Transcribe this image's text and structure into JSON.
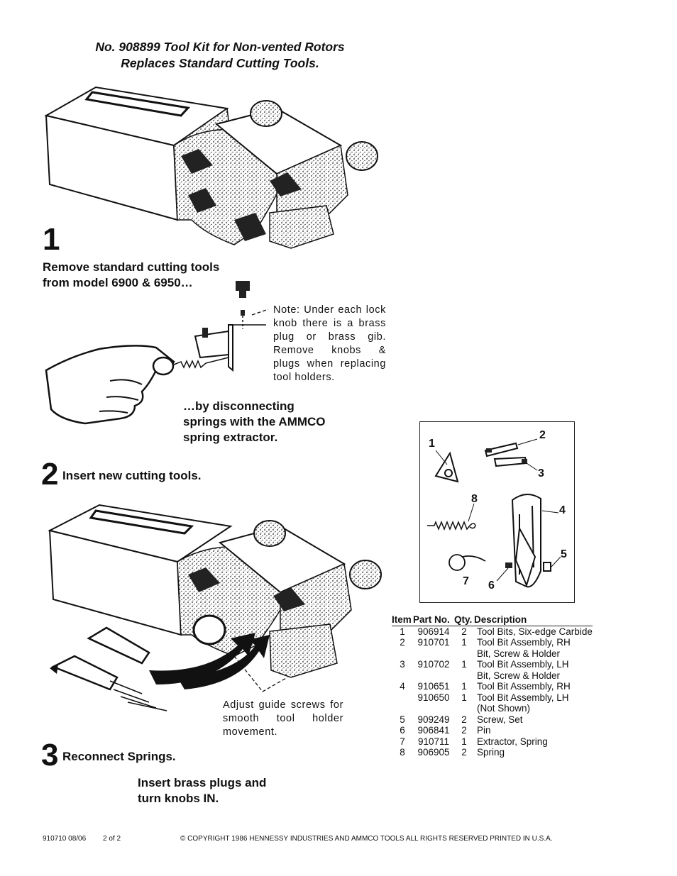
{
  "title": {
    "line1": "No. 908899 Tool Kit for Non-vented Rotors",
    "line2": "Replaces Standard Cutting Tools."
  },
  "step1": {
    "number": "1",
    "heading_line1": "Remove standard cutting tools",
    "heading_line2": "from model 6900 & 6950…",
    "note": "Note: Under each lock knob there is a brass plug or brass gib. Remove knobs & plugs when replacing tool holders.",
    "sub_line1": "…by disconnecting",
    "sub_line2": "springs with the AMMCO",
    "sub_line3": "spring extractor."
  },
  "step2": {
    "number": "2",
    "heading": "Insert new cutting tools.",
    "note": "Adjust guide screws for smooth tool holder movement."
  },
  "step3": {
    "number": "3",
    "heading": "Reconnect Springs.",
    "sub_line1": "Insert brass plugs and",
    "sub_line2": "turn knobs IN."
  },
  "diagram_callouts": [
    "1",
    "2",
    "3",
    "4",
    "5",
    "6",
    "7",
    "8"
  ],
  "parts_table": {
    "headers": [
      "Item",
      "Part No.",
      "Qty.",
      "Description"
    ],
    "rows": [
      {
        "item": "1",
        "part": "906914",
        "qty": "2",
        "desc": "Tool Bits, Six-edge Carbide"
      },
      {
        "item": "2",
        "part": "910701",
        "qty": "1",
        "desc": "Tool Bit Assembly, RH"
      },
      {
        "item": "",
        "part": "",
        "qty": "",
        "desc": "Bit, Screw & Holder"
      },
      {
        "item": "3",
        "part": "910702",
        "qty": "1",
        "desc": "Tool Bit Assembly, LH"
      },
      {
        "item": "",
        "part": "",
        "qty": "",
        "desc": "Bit, Screw & Holder"
      },
      {
        "item": "4",
        "part": "910651",
        "qty": "1",
        "desc": "Tool Bit Assembly, RH"
      },
      {
        "item": "",
        "part": "910650",
        "qty": "1",
        "desc": "Tool Bit Assembly, LH"
      },
      {
        "item": "",
        "part": "",
        "qty": "",
        "desc": "(Not Shown)"
      },
      {
        "item": "5",
        "part": "909249",
        "qty": "2",
        "desc": "Screw, Set"
      },
      {
        "item": "6",
        "part": "906841",
        "qty": "2",
        "desc": "Pin"
      },
      {
        "item": "7",
        "part": "910711",
        "qty": "1",
        "desc": "Extractor, Spring"
      },
      {
        "item": "8",
        "part": "906905",
        "qty": "2",
        "desc": "Spring"
      }
    ]
  },
  "footer": {
    "doc": "910710  08/06",
    "page": "2 of 2",
    "copyright": "© COPYRIGHT 1986 HENNESSY INDUSTRIES AND AMMCO TOOLS   ALL RIGHTS RESERVED   PRINTED IN U.S.A."
  }
}
